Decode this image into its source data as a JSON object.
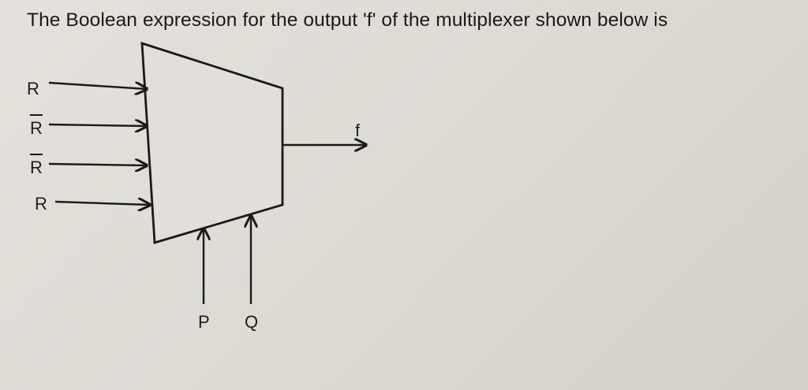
{
  "question": {
    "text": "The Boolean expression for the output 'f' of the multiplexer shown below is"
  },
  "diagram": {
    "inputs": [
      {
        "label": "R",
        "overline": false
      },
      {
        "label": "R",
        "overline": true
      },
      {
        "label": "R",
        "overline": true
      },
      {
        "label": "R",
        "overline": false
      }
    ],
    "select_lines": [
      "P",
      "Q"
    ],
    "output_label": "f"
  }
}
